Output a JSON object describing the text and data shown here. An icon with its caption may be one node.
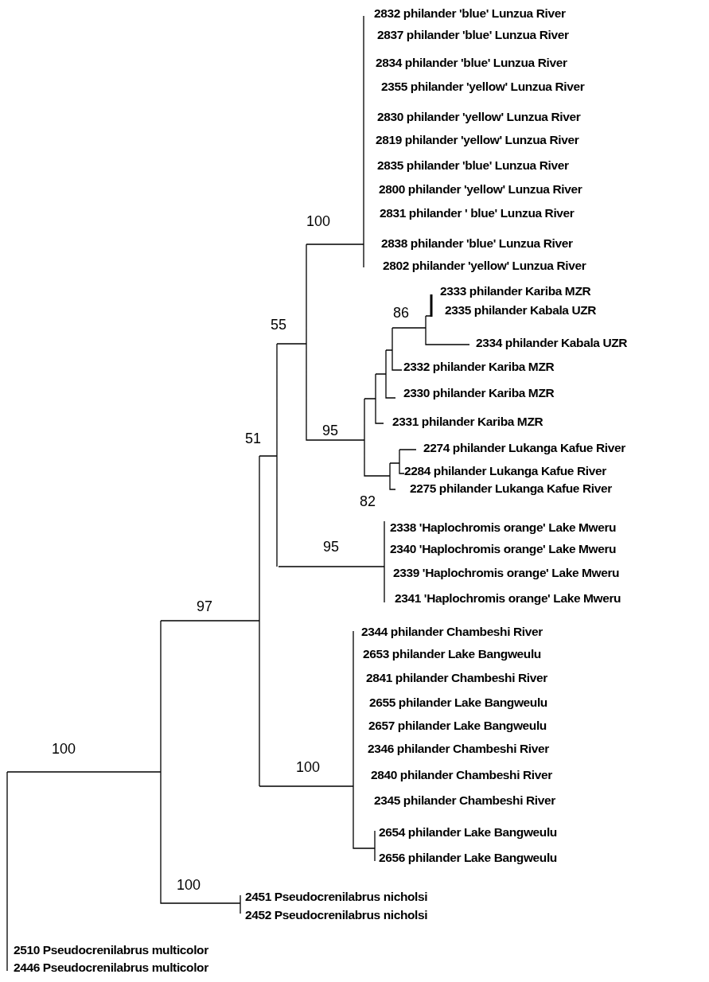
{
  "diagram": {
    "labels": [
      "2832 philander 'blue' Lunzua River",
      "2837 philander 'blue' Lunzua River",
      "2834 philander 'blue' Lunzua River",
      "2355 philander 'yellow' Lunzua River",
      "2830 philander 'yellow' Lunzua River",
      "2819 philander 'yellow' Lunzua River",
      "2835 philander 'blue' Lunzua River",
      "2800 philander 'yellow' Lunzua River",
      "2831 philander ' blue' Lunzua River",
      "100",
      "2838 philander 'blue' Lunzua River",
      "2802 philander 'yellow' Lunzua River",
      "2333 philander Kariba MZR",
      "2335 philander Kabala UZR",
      "86",
      "55",
      "2334 philander Kabala UZR",
      "2332 philander Kariba MZR",
      "2330 philander Kariba MZR",
      "2331 philander Kariba MZR",
      "95",
      "51",
      "2274 philander Lukanga Kafue River",
      "2284 philander Lukanga Kafue River",
      "2275 philander Lukanga Kafue River",
      "82",
      "2338 'Haplochromis orange' Lake Mweru",
      "95",
      "2340 'Haplochromis orange' Lake Mweru",
      "2339 'Haplochromis orange' Lake Mweru",
      "2341 'Haplochromis orange' Lake Mweru",
      "97",
      "2344 philander Chambeshi River",
      "2653 philander Lake Bangweulu",
      "2841 philander Chambeshi River",
      "2655 philander Lake Bangweulu",
      "2657 philander Lake Bangweulu",
      "100",
      "2346 philander Chambeshi River",
      "100",
      "2840 philander Chambeshi River",
      "2345 philander Chambeshi River",
      "2654 philander Lake Bangweulu",
      "2656 philander Lake Bangweulu",
      "100",
      "2451 Pseudocrenilabrus nicholsi",
      "2452 Pseudocrenilabrus nicholsi",
      "2510 Pseudocrenilabrus multicolor",
      "2446 Pseudocrenilabrus multicolor"
    ]
  }
}
